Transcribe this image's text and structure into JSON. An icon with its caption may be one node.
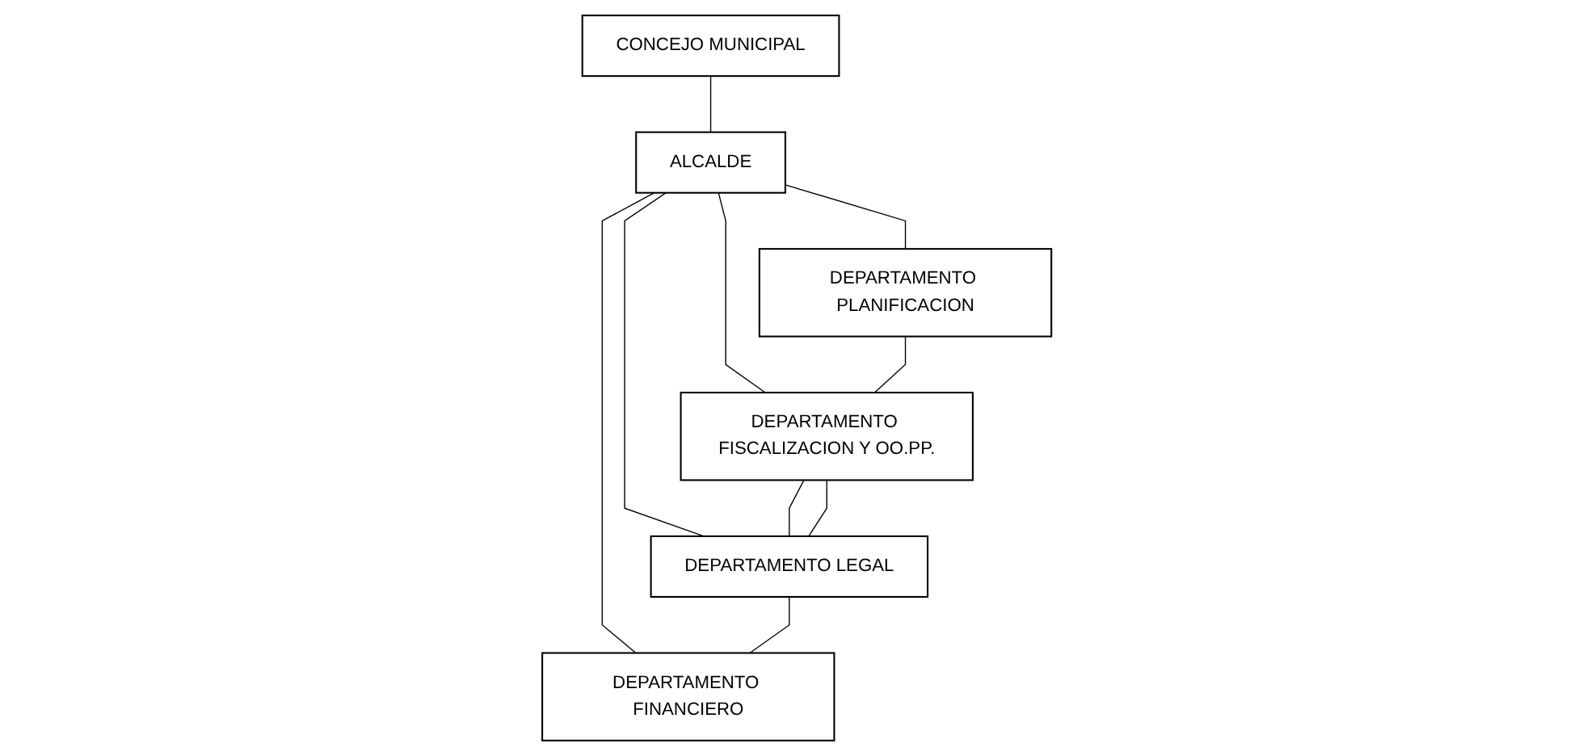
{
  "diagram": {
    "nodes": [
      {
        "text": [
          "CONCEJO MUNICIPAL"
        ]
      },
      {
        "text": [
          "ALCALDE"
        ]
      },
      {
        "text": [
          "DEPARTAMENTO PLANIFICACION"
        ]
      },
      {
        "text": [
          "DEPARTAMENTO FISCALIZACION Y OO.PP."
        ]
      },
      {
        "text": [
          "DEPARTAMENTO LEGAL"
        ]
      },
      {
        "text": [
          "DEPARTAMENTO FINANCIERO"
        ]
      }
    ],
    "edges": [
      {
        "from": 0,
        "to": 1,
        "arrow": "none"
      },
      {
        "from": 1,
        "to": 2,
        "arrow": "none"
      },
      {
        "from": 1,
        "to": 3,
        "arrow": "none"
      },
      {
        "from": 1,
        "to": 4,
        "arrow": "none"
      },
      {
        "from": 1,
        "to": 5,
        "arrow": "none"
      },
      {
        "from": 3,
        "to": 4,
        "arrow": "none"
      },
      {
        "from": 2,
        "to": 3,
        "arrow": "none"
      },
      {
        "from": 3,
        "to": 4,
        "arrow": "none"
      },
      {
        "from": 4,
        "to": 5,
        "arrow": "none"
      }
    ]
  }
}
